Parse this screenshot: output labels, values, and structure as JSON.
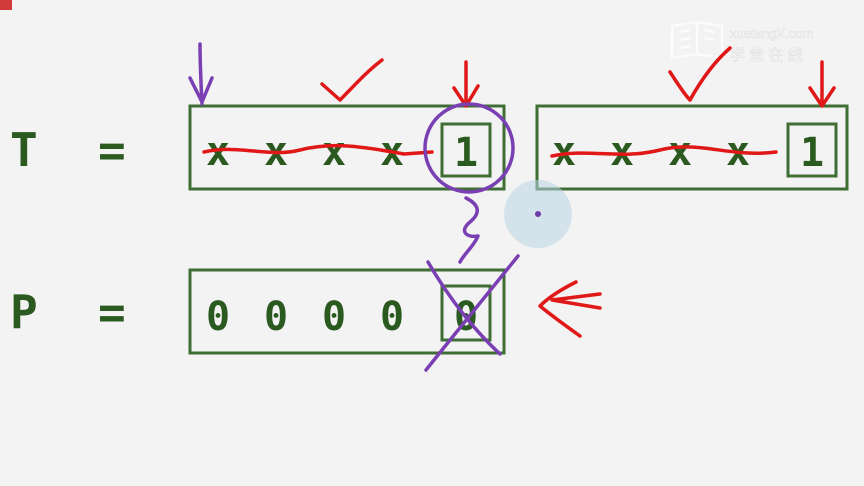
{
  "watermark": {
    "brand_en": "xuetangX.com",
    "brand_cn": "学 堂 在 线"
  },
  "text_row": {
    "label": "T",
    "equals": "=",
    "block1": [
      "x",
      "x",
      "x",
      "x",
      "1"
    ],
    "block2": [
      "x",
      "x",
      "x",
      "x",
      "1"
    ]
  },
  "pattern_row": {
    "label": "P",
    "equals": "=",
    "block": [
      "0",
      "0",
      "0",
      "0",
      "0"
    ]
  },
  "colors": {
    "ink_green": "#2a5a1f",
    "box_green": "#3f6e35",
    "annot_red": "#e01818",
    "annot_purple": "#7a3fb3",
    "background": "#f3f3f3"
  }
}
